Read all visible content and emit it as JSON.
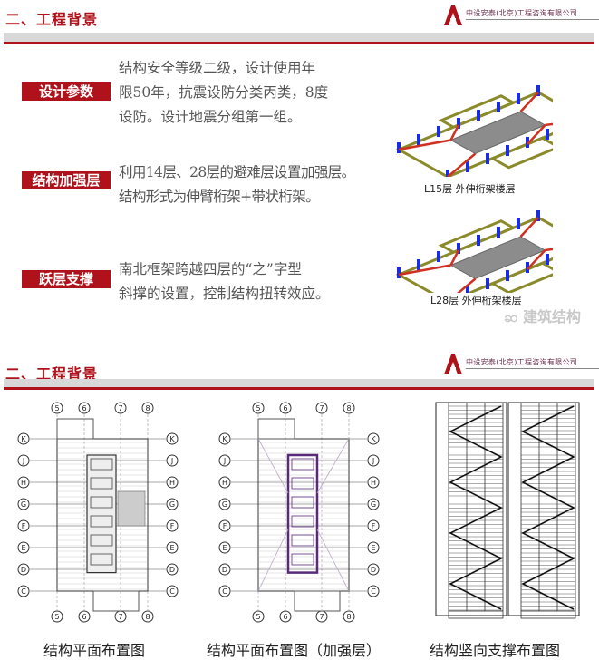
{
  "slide1": {
    "title": "二、工程背景",
    "company": "中设安泰(北京)工程咨询有限公司",
    "sections": [
      {
        "tag": "设计参数",
        "lines": [
          "结构安全等级二级，设计使用年",
          "限50年，抗震设防分类丙类，8度",
          "设防。设计地震分组第一组。"
        ]
      },
      {
        "tag": "结构加强层",
        "lines": [
          "利用14层、28层的避难层设置加强层。",
          "结构形式为伸臂桁架+带状桁架。"
        ]
      },
      {
        "tag": "跃层支撑",
        "lines": [
          "南北框架跨越四层的“之”字型",
          "斜撑的设置，控制结构扭转效应。"
        ]
      }
    ],
    "figures": [
      {
        "caption": "L15层 外伸桁架楼层"
      },
      {
        "caption": "L28层 外伸桁架楼层"
      }
    ],
    "watermark": "建筑结构"
  },
  "slide2": {
    "title": "二、工程背景",
    "company": "中设安泰(北京)工程咨询有限公司",
    "axes_columns": [
      "5",
      "6",
      "7",
      "8"
    ],
    "axes_rows": [
      "K",
      "J",
      "H",
      "G",
      "F",
      "E",
      "D",
      "C"
    ],
    "drawings": [
      {
        "caption": "结构平面布置图"
      },
      {
        "caption": "结构平面布置图（加强层）"
      },
      {
        "caption": "结构竖向支撑布置图"
      }
    ]
  },
  "colors": {
    "brand_red": "#b0121b",
    "band_gray": "#d8d8d8",
    "truss_olive": "#8a8a2a",
    "column_blue": "#1a2ee0",
    "brace_red": "#d03020",
    "core_purple": "#5a2a7a"
  }
}
